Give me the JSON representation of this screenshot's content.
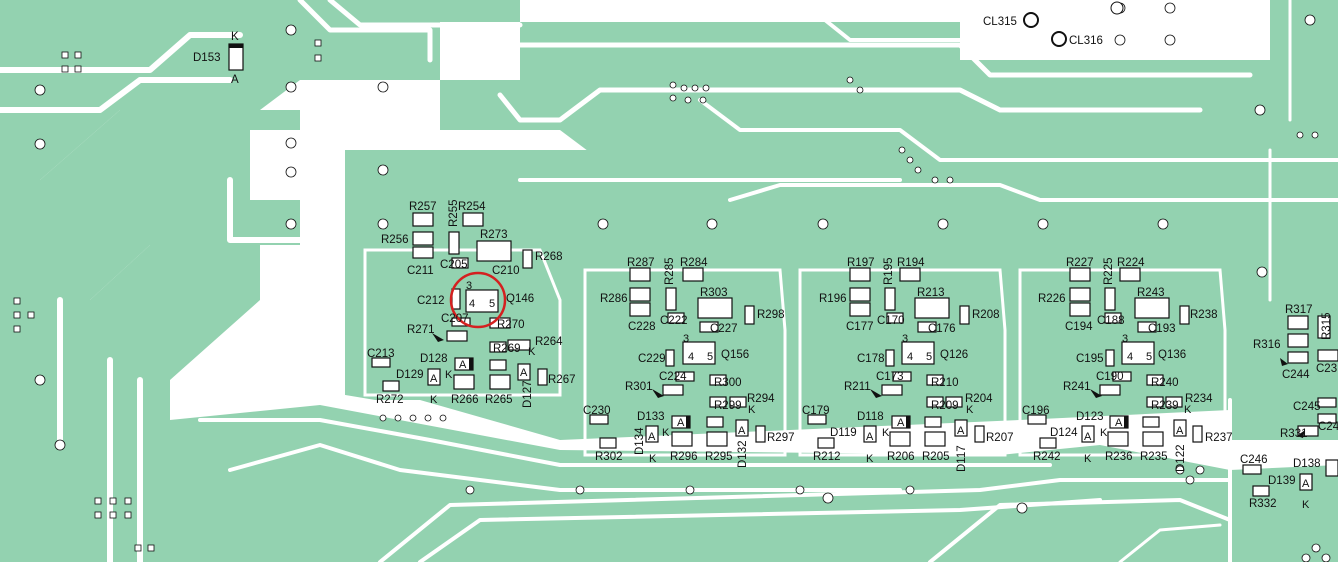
{
  "colors": {
    "board": "#ffffff",
    "copper": "#93d2b0",
    "trace_edge": "#ffffff",
    "pad": "#ffffff",
    "outline": "#111111",
    "highlight": "#d42020"
  },
  "labels": {
    "d153": "D153",
    "d153_k": "K",
    "d153_a": "A",
    "cl315": "CL315",
    "cl316": "CL316",
    "r257": "R257",
    "r254": "R254",
    "r256": "R256",
    "r255": "R255",
    "r273": "R273",
    "c211": "C211",
    "c205": "C205",
    "c210": "C210",
    "r268": "R268",
    "c212": "C212",
    "q146": "Q146",
    "c207": "C207",
    "r270": "R270",
    "r271": "R271",
    "r264": "R264",
    "r269": "R269",
    "c213": "C213",
    "d128": "D128",
    "d129": "D129",
    "d127": "D127",
    "r267": "R267",
    "r266": "R266",
    "r265": "R265",
    "r272": "R272",
    "r287": "R287",
    "r285": "R285",
    "r284": "R284",
    "r303": "R303",
    "r286": "R286",
    "c228": "C228",
    "c222": "C222",
    "c227": "C227",
    "r298": "R298",
    "c229": "C229",
    "q156": "Q156",
    "c224": "C224",
    "r301": "R301",
    "r300": "R300",
    "c230": "C230",
    "d133": "D133",
    "r299": "R299",
    "r294": "R294",
    "d134": "D134",
    "d132": "D132",
    "r297": "R297",
    "r302": "R302",
    "r296": "R296",
    "r295": "R295",
    "r197": "R197",
    "r195": "R195",
    "r194": "R194",
    "r213": "R213",
    "r196": "R196",
    "c177": "C177",
    "c170": "C170",
    "c176": "C176",
    "r208": "R208",
    "c178": "C178",
    "q126": "Q126",
    "c173": "C173",
    "r211": "R211",
    "r210": "R210",
    "c179": "C179",
    "d118": "D118",
    "r209": "R209",
    "r204": "R204",
    "d119": "D119",
    "d117": "D117",
    "r207": "R207",
    "r212": "R212",
    "r206": "R206",
    "r205": "R205",
    "r227": "R227",
    "r225": "R225",
    "r224": "R224",
    "r243": "R243",
    "r226": "R226",
    "c194": "C194",
    "c188": "C188",
    "c193": "C193",
    "r238": "R238",
    "c195": "C195",
    "q136": "Q136",
    "c190": "C190",
    "r241": "R241",
    "r240": "R240",
    "c196": "C196",
    "d123": "D123",
    "r239": "R239",
    "r234": "R234",
    "d124": "D124",
    "d122": "D122",
    "r237": "R237",
    "r242": "R242",
    "r236": "R236",
    "r235": "R235",
    "r317": "R317",
    "r315": "R315",
    "r316": "R316",
    "c244": "C244",
    "c23x": "C23",
    "c245": "C245",
    "r331": "R331",
    "c24x": "C24",
    "c246": "C246",
    "d138": "D138",
    "d139": "D139",
    "r332": "R332",
    "k": "K",
    "a": "A",
    "pin3": "3",
    "pin4": "4",
    "pin5": "5"
  }
}
